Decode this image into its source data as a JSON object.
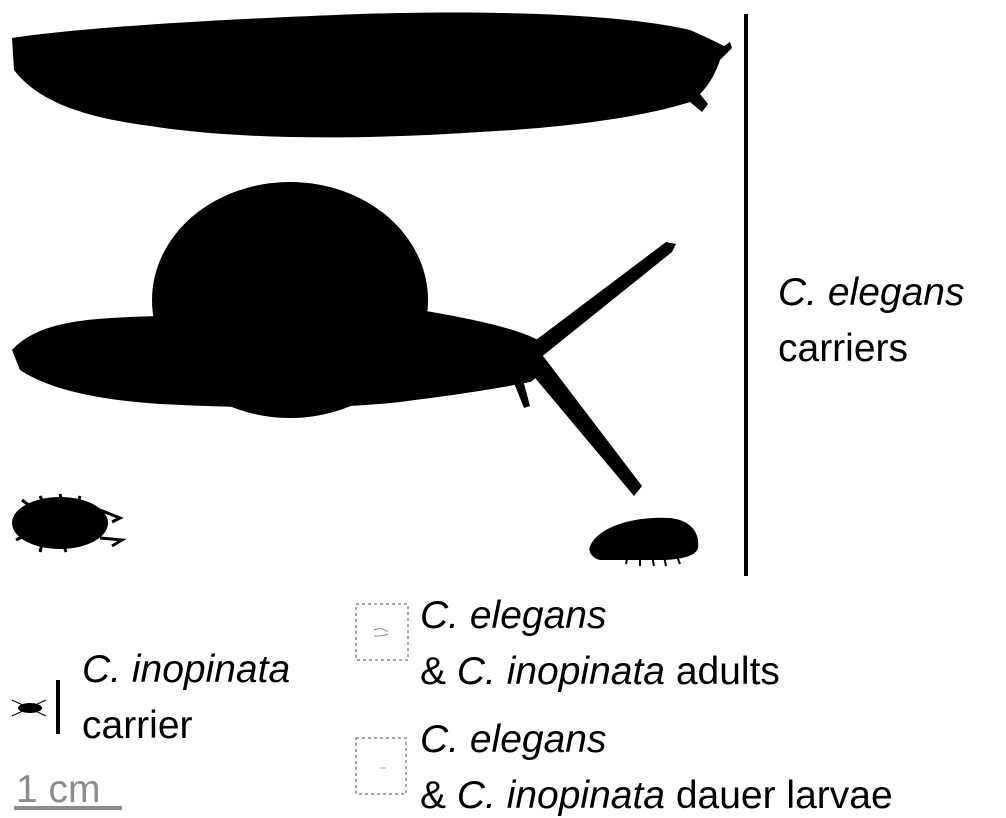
{
  "figure": {
    "carrier_group": {
      "species": "C. elegans",
      "role": "carriers"
    },
    "inopinata_carrier": {
      "species": "C. inopinata",
      "role": "carrier"
    },
    "adults_legend": {
      "species": "C. elegans",
      "joiner": "& ",
      "species2": "C. inopinata",
      "suffix": " adults"
    },
    "dauer_legend": {
      "species": "C. elegans",
      "joiner": "& ",
      "species2": "C. inopinata",
      "suffix": " dauer larvae"
    },
    "scale_bar": {
      "label": "1 cm"
    }
  },
  "organisms": [
    {
      "name": "slug",
      "group": "C. elegans carriers"
    },
    {
      "name": "snail",
      "group": "C. elegans carriers"
    },
    {
      "name": "isopod",
      "group": "C. elegans carriers"
    },
    {
      "name": "millipede",
      "group": "C. elegans carriers"
    },
    {
      "name": "fig-wasp",
      "group": "C. inopinata carrier"
    }
  ],
  "colors": {
    "silhouette": "#000000",
    "scale_bar": "#8c8c8c",
    "box_border": "#888888"
  }
}
